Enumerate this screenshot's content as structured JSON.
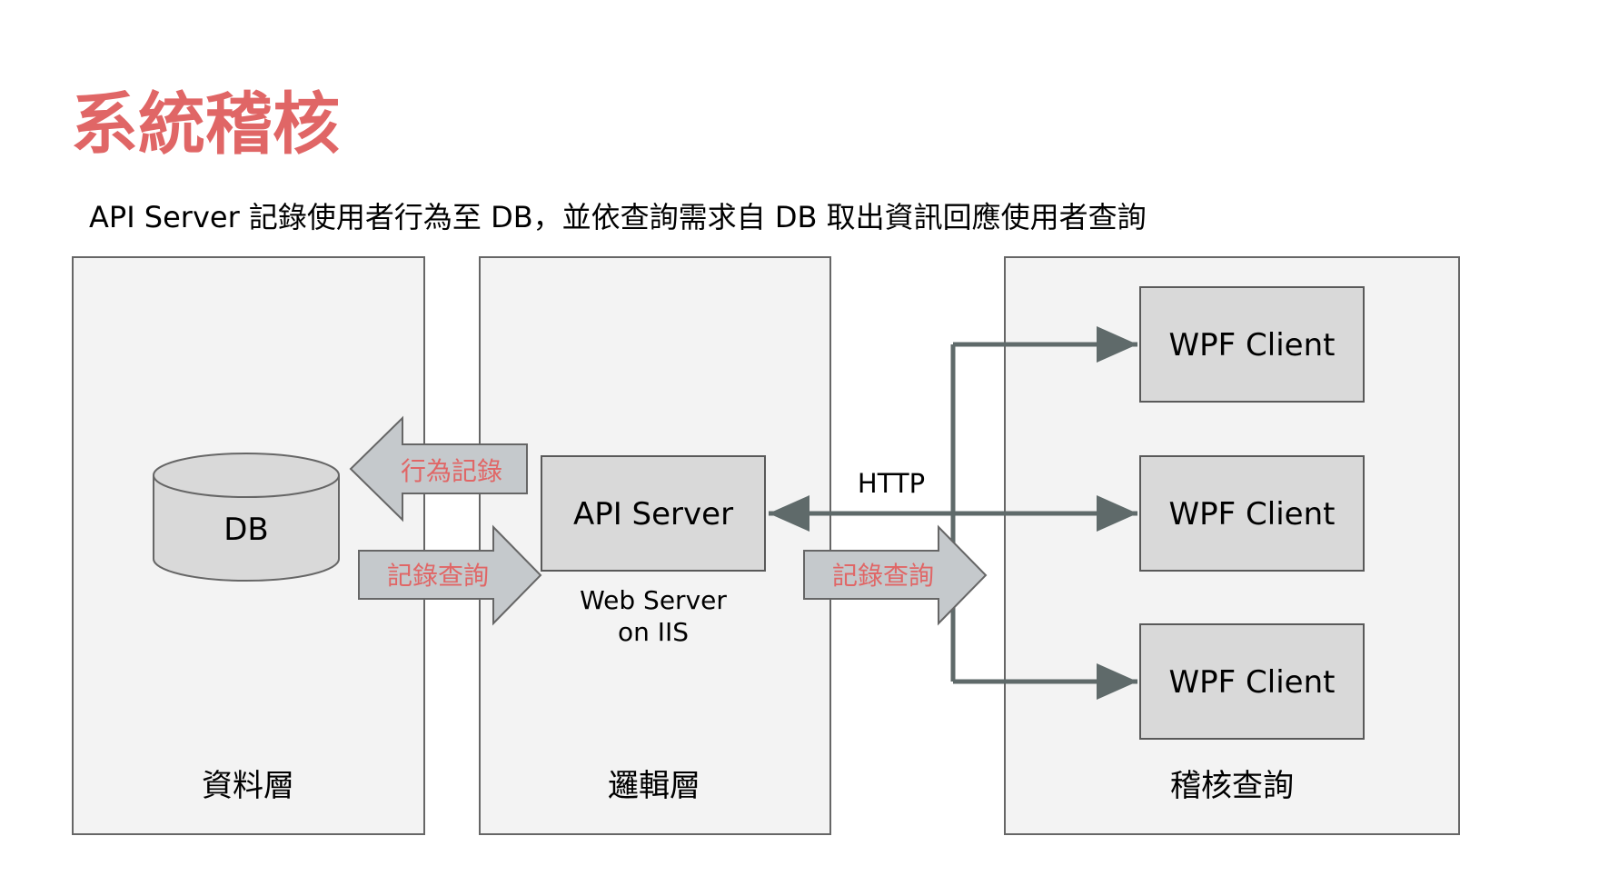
{
  "title": "系統稽核",
  "subtitle": "API Server 記錄使用者行為至 DB，並依查詢需求自 DB 取出資訊回應使用者查詢",
  "colors": {
    "title": "#e06666",
    "arrow_label": "#e06666",
    "panel_fill": "#f3f3f3",
    "panel_stroke": "#666666",
    "box_fill": "#d9d9d9",
    "box_stroke": "#595959",
    "block_arrow_fill": "#c5c9cc",
    "connector": "#5f6a6a",
    "text": "#000000"
  },
  "layers": {
    "data": {
      "label": "資料層"
    },
    "logic": {
      "label": "邏輯層"
    },
    "audit": {
      "label": "稽核查詢"
    }
  },
  "db": {
    "label": "DB"
  },
  "api_server": {
    "label": "API Server",
    "caption_line1": "Web Server",
    "caption_line2": "on IIS"
  },
  "arrows": {
    "behavior_log": "行為記錄",
    "log_query_db": "記錄查詢",
    "log_query_http": "記錄查詢",
    "http": "HTTP"
  },
  "clients": [
    {
      "label": "WPF Client"
    },
    {
      "label": "WPF Client"
    },
    {
      "label": "WPF Client"
    }
  ]
}
